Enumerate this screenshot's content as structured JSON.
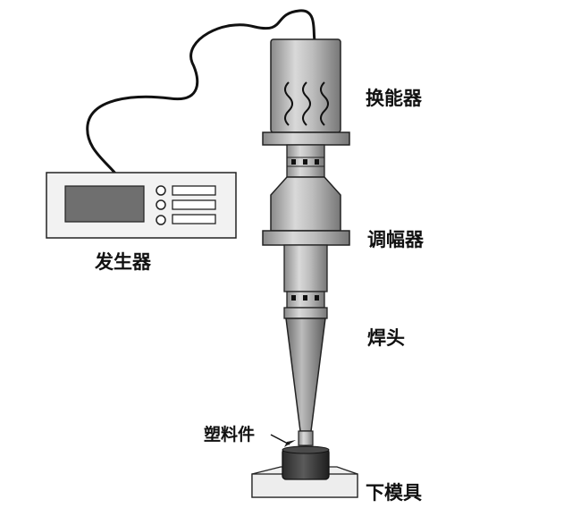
{
  "labels": {
    "transducer": "换能器",
    "booster": "调幅器",
    "horn": "焊头",
    "generator": "发生器",
    "plastic_part": "塑料件",
    "lower_mold": "下模具"
  },
  "colors": {
    "outline": "#222222",
    "metal_dark": "#8c8c8c",
    "metal_light": "#d6d6d6",
    "text": "#111111"
  }
}
